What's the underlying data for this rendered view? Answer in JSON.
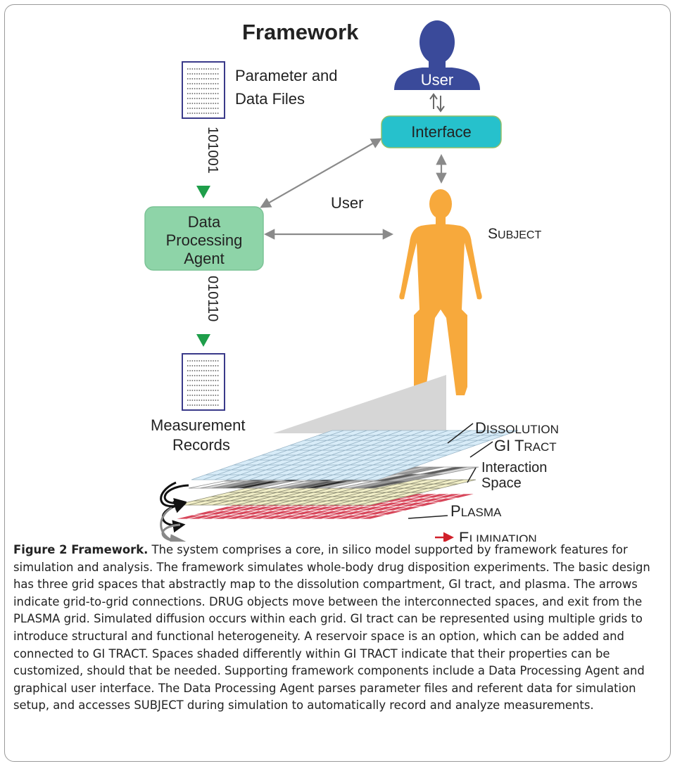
{
  "diagram": {
    "title": "Framework",
    "parameter_files_label": [
      "Parameter and",
      "Data Files"
    ],
    "binary_input": "101001",
    "binary_output": "010110",
    "data_processing_agent": [
      "Data",
      "Processing",
      "Agent"
    ],
    "measurement_records_label": [
      "Measurement",
      "Records"
    ],
    "user_figure_label": "User",
    "interface_label": "Interface",
    "user_arrow_label": "User",
    "subject_label": {
      "cap": "S",
      "rest": "UBJECT"
    },
    "layers": {
      "dissolution": {
        "cap": "D",
        "rest": "ISSOLUTION"
      },
      "gi_tract": {
        "prefix": "GI ",
        "cap": "T",
        "rest": "RACT"
      },
      "interaction_space": [
        "Interaction",
        "Space"
      ],
      "plasma": {
        "cap": "P",
        "rest": "LASMA"
      },
      "elimination": {
        "cap": "E",
        "rest": "LIMINATION"
      }
    },
    "colors": {
      "user_figure": "#3a4a9a",
      "interface_box": "#26c1cc",
      "dpa_box": "#8ed4a8",
      "subject_figure": "#f7a93c",
      "green_arrow": "#1e9e4a",
      "gray_arrow": "#8a8a8a",
      "dissolution_grid": "#d8ecf8",
      "interaction_grid": "#f3f0c8",
      "plasma_grid": "#d7465a",
      "elimination_arrow": "#d0202a"
    }
  },
  "caption": {
    "title": "Figure 2 Framework.",
    "text": " The system comprises a core, in silico model supported by framework features for simulation and analysis. The framework simulates whole-body drug disposition experiments. The basic design has three grid spaces that abstractly map to the dissolution compartment, GI tract, and plasma. The arrows indicate grid-to-grid connections. DRUG objects move between the interconnected spaces, and exit from the PLASMA grid. Simulated diffusion occurs within each grid. GI tract can be represented using multiple grids to introduce structural and functional heterogeneity. A reservoir space is an option, which can be added and connected to GI TRACT. Spaces shaded differently within GI TRACT indicate that their properties can be customized, should that be needed. Supporting framework components include a Data Processing Agent and graphical user interface. The Data Processing Agent parses parameter files and referent data for simulation setup, and accesses SUBJECT during simulation to automatically record and analyze measurements."
  }
}
